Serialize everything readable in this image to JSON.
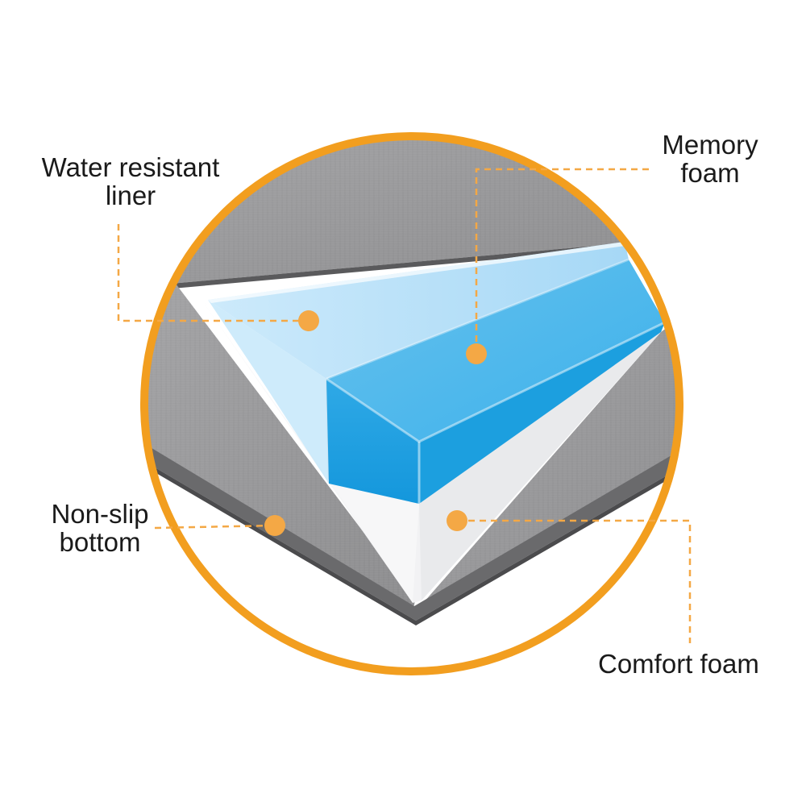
{
  "labels": {
    "water_resistant": {
      "line1": "Water resistant",
      "line2": "liner"
    },
    "memory_foam": {
      "line1": "Memory",
      "line2": "foam"
    },
    "non_slip": {
      "line1": "Non-slip",
      "line2": "bottom"
    },
    "comfort_foam": {
      "line1": "Comfort foam"
    }
  },
  "colors": {
    "ring": "#f29e1f",
    "marker": "#f4a845",
    "fabric": "#9a9a9c",
    "fabric_dark": "#5f5f61",
    "liner_blue": "#a9d9f4",
    "memory_blue": "#22a7e6",
    "comfort_white": "#f2f3f5"
  }
}
